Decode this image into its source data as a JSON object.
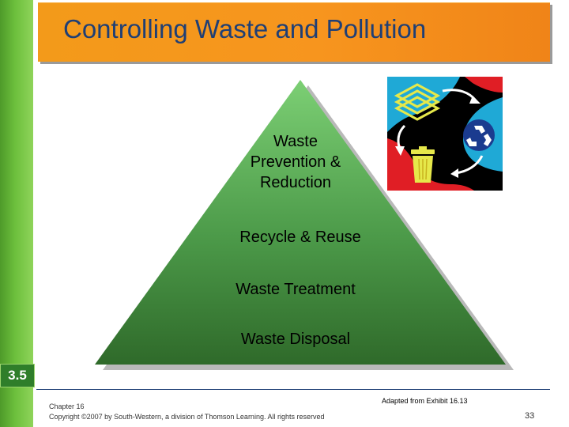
{
  "slide": {
    "title": "Controlling Waste and Pollution",
    "pyramid": {
      "tiers": [
        "Waste Prevention & Reduction",
        "Recycle & Reuse",
        "Waste Treatment",
        "Waste Disposal"
      ]
    },
    "section_badge": "3.5",
    "source_note": "Adapted from Exhibit 16.13",
    "footer": {
      "chapter": "Chapter 16",
      "copyright": "Copyright ©2007 by South-Western, a division of Thomson Learning. All rights reserved"
    },
    "page_number": "33"
  },
  "colors": {
    "title_bar": "#f7951e",
    "title_text": "#1f3f75",
    "left_strip": "#6cbf3c",
    "pyramid_top": "#7ccf74",
    "pyramid_bottom": "#2f6a2a",
    "badge": "#2f7e2a"
  },
  "icons": [
    "recycling-art"
  ]
}
